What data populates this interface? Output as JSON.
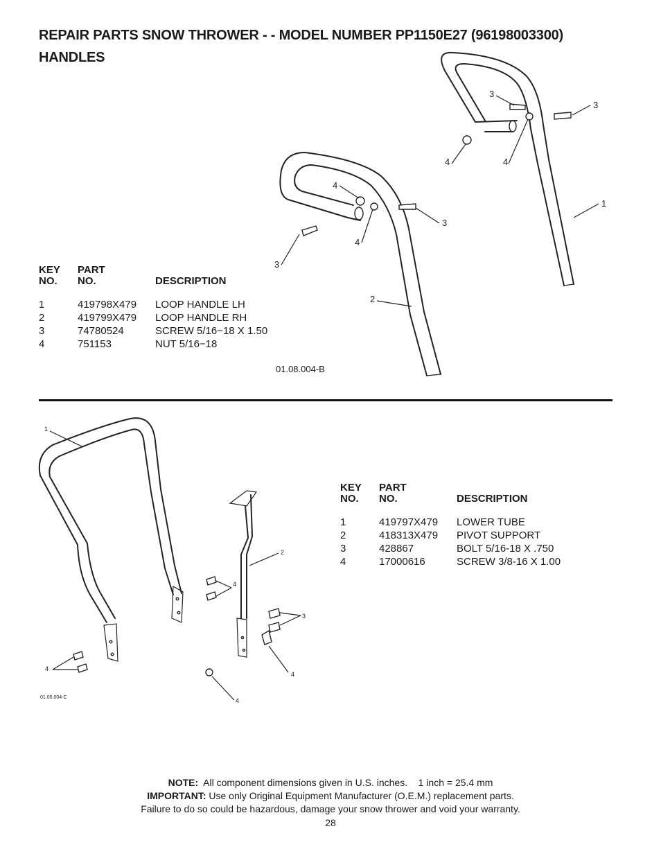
{
  "header": {
    "title_line1": "REPAIR PARTS SNOW THROWER - - MODEL NUMBER PP1150E27 (96198003300)",
    "title_line2": "HANDLES"
  },
  "table_headers": {
    "key_line1": "KEY",
    "key_line2": "NO.",
    "part_line1": "PART",
    "part_line2": "NO.",
    "description": "DESCRIPTION"
  },
  "upper_section": {
    "reference": "01.08.004-B",
    "parts": [
      {
        "key": "1",
        "part_no": "419798X479",
        "description": "LOOP HANDLE LH"
      },
      {
        "key": "2",
        "part_no": "419799X479",
        "description": "LOOP HANDLE RH"
      },
      {
        "key": "3",
        "part_no": "74780524",
        "description": "SCREW 5/16−18 X 1.50"
      },
      {
        "key": "4",
        "part_no": "751153",
        "description": "NUT 5/16−18"
      }
    ],
    "callouts": {
      "c1": "1",
      "c2": "2",
      "c3": "3",
      "c4": "4"
    }
  },
  "lower_section": {
    "reference": "01.05.004-C",
    "parts": [
      {
        "key": "1",
        "part_no": "419797X479",
        "description": "LOWER TUBE"
      },
      {
        "key": "2",
        "part_no": "418313X479",
        "description": "PIVOT SUPPORT"
      },
      {
        "key": "3",
        "part_no": "428867",
        "description": "BOLT 5/16-18 X .750"
      },
      {
        "key": "4",
        "part_no": "17000616",
        "description": "SCREW 3/8-16 X 1.00"
      }
    ],
    "callouts": {
      "c1": "1",
      "c2": "2",
      "c3": "3",
      "c4": "4"
    }
  },
  "footer": {
    "note_label": "NOTE:",
    "note_text": "All component dimensions given in U.S. inches.    1 inch = 25.4 mm",
    "important_label": "IMPORTANT:",
    "important_text": "Use only Original Equipment Manufacturer (O.E.M.) replacement parts.",
    "warning_text": "Failure to do so could be hazardous, damage your snow thrower and void your warranty.",
    "page_number": "28"
  }
}
